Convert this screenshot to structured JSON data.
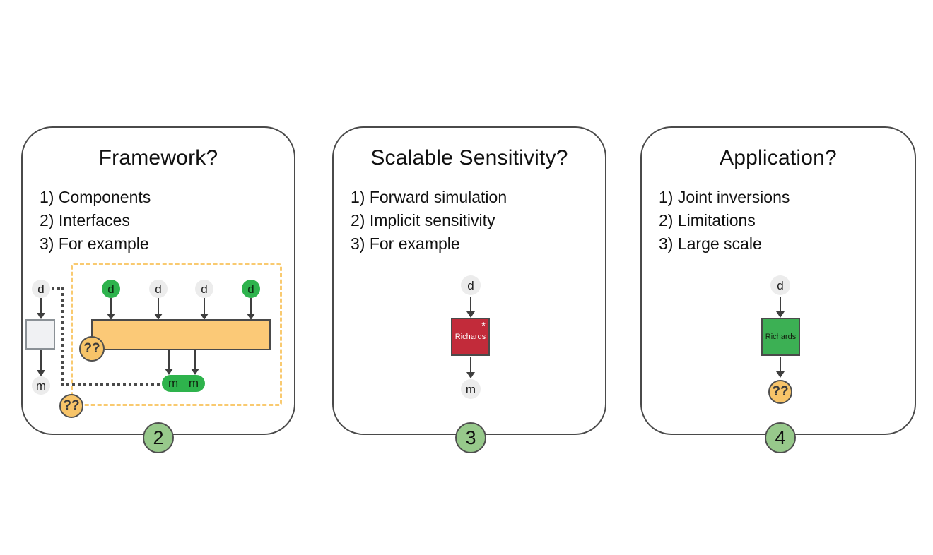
{
  "panels": [
    {
      "title": "Framework?",
      "items": [
        "1) Components",
        "2) Interfaces",
        "3) For example"
      ],
      "badge": "2",
      "diagram": {
        "outer_input": "d",
        "outer_output": "m",
        "inputs": [
          {
            "label": "d",
            "variant": "green"
          },
          {
            "label": "d",
            "variant": "gray"
          },
          {
            "label": "d",
            "variant": "gray"
          },
          {
            "label": "d",
            "variant": "green"
          }
        ],
        "question_badge_bar": "??",
        "question_badge_corner": "??",
        "pill_labels": [
          "m",
          "m"
        ]
      }
    },
    {
      "title": "Scalable Sensitivity?",
      "items": [
        "1) Forward simulation",
        "2) Implicit sensitivity",
        "3) For example"
      ],
      "badge": "3",
      "diagram": {
        "input": "d",
        "box_label": "Richards",
        "box_note": "*",
        "output": "m"
      }
    },
    {
      "title": "Application?",
      "items": [
        "1) Joint inversions",
        "2) Limitations",
        "3) Large scale"
      ],
      "badge": "4",
      "diagram": {
        "input": "d",
        "box_label": "Richards",
        "output": "??"
      }
    }
  ],
  "colors": {
    "panel_border": "#4a4a4a",
    "node_green": "#2eb34d",
    "node_gray": "#ececec",
    "simulation_bar_orange": "#fbc977",
    "dashed_group_orange": "#f9ca70",
    "question_badge_fill": "#f7c469",
    "model_pill_green": "#2eb34c",
    "richards_red": "#c22b3a",
    "richards_green": "#3cb054",
    "step_badge_green": "#97c98b"
  }
}
